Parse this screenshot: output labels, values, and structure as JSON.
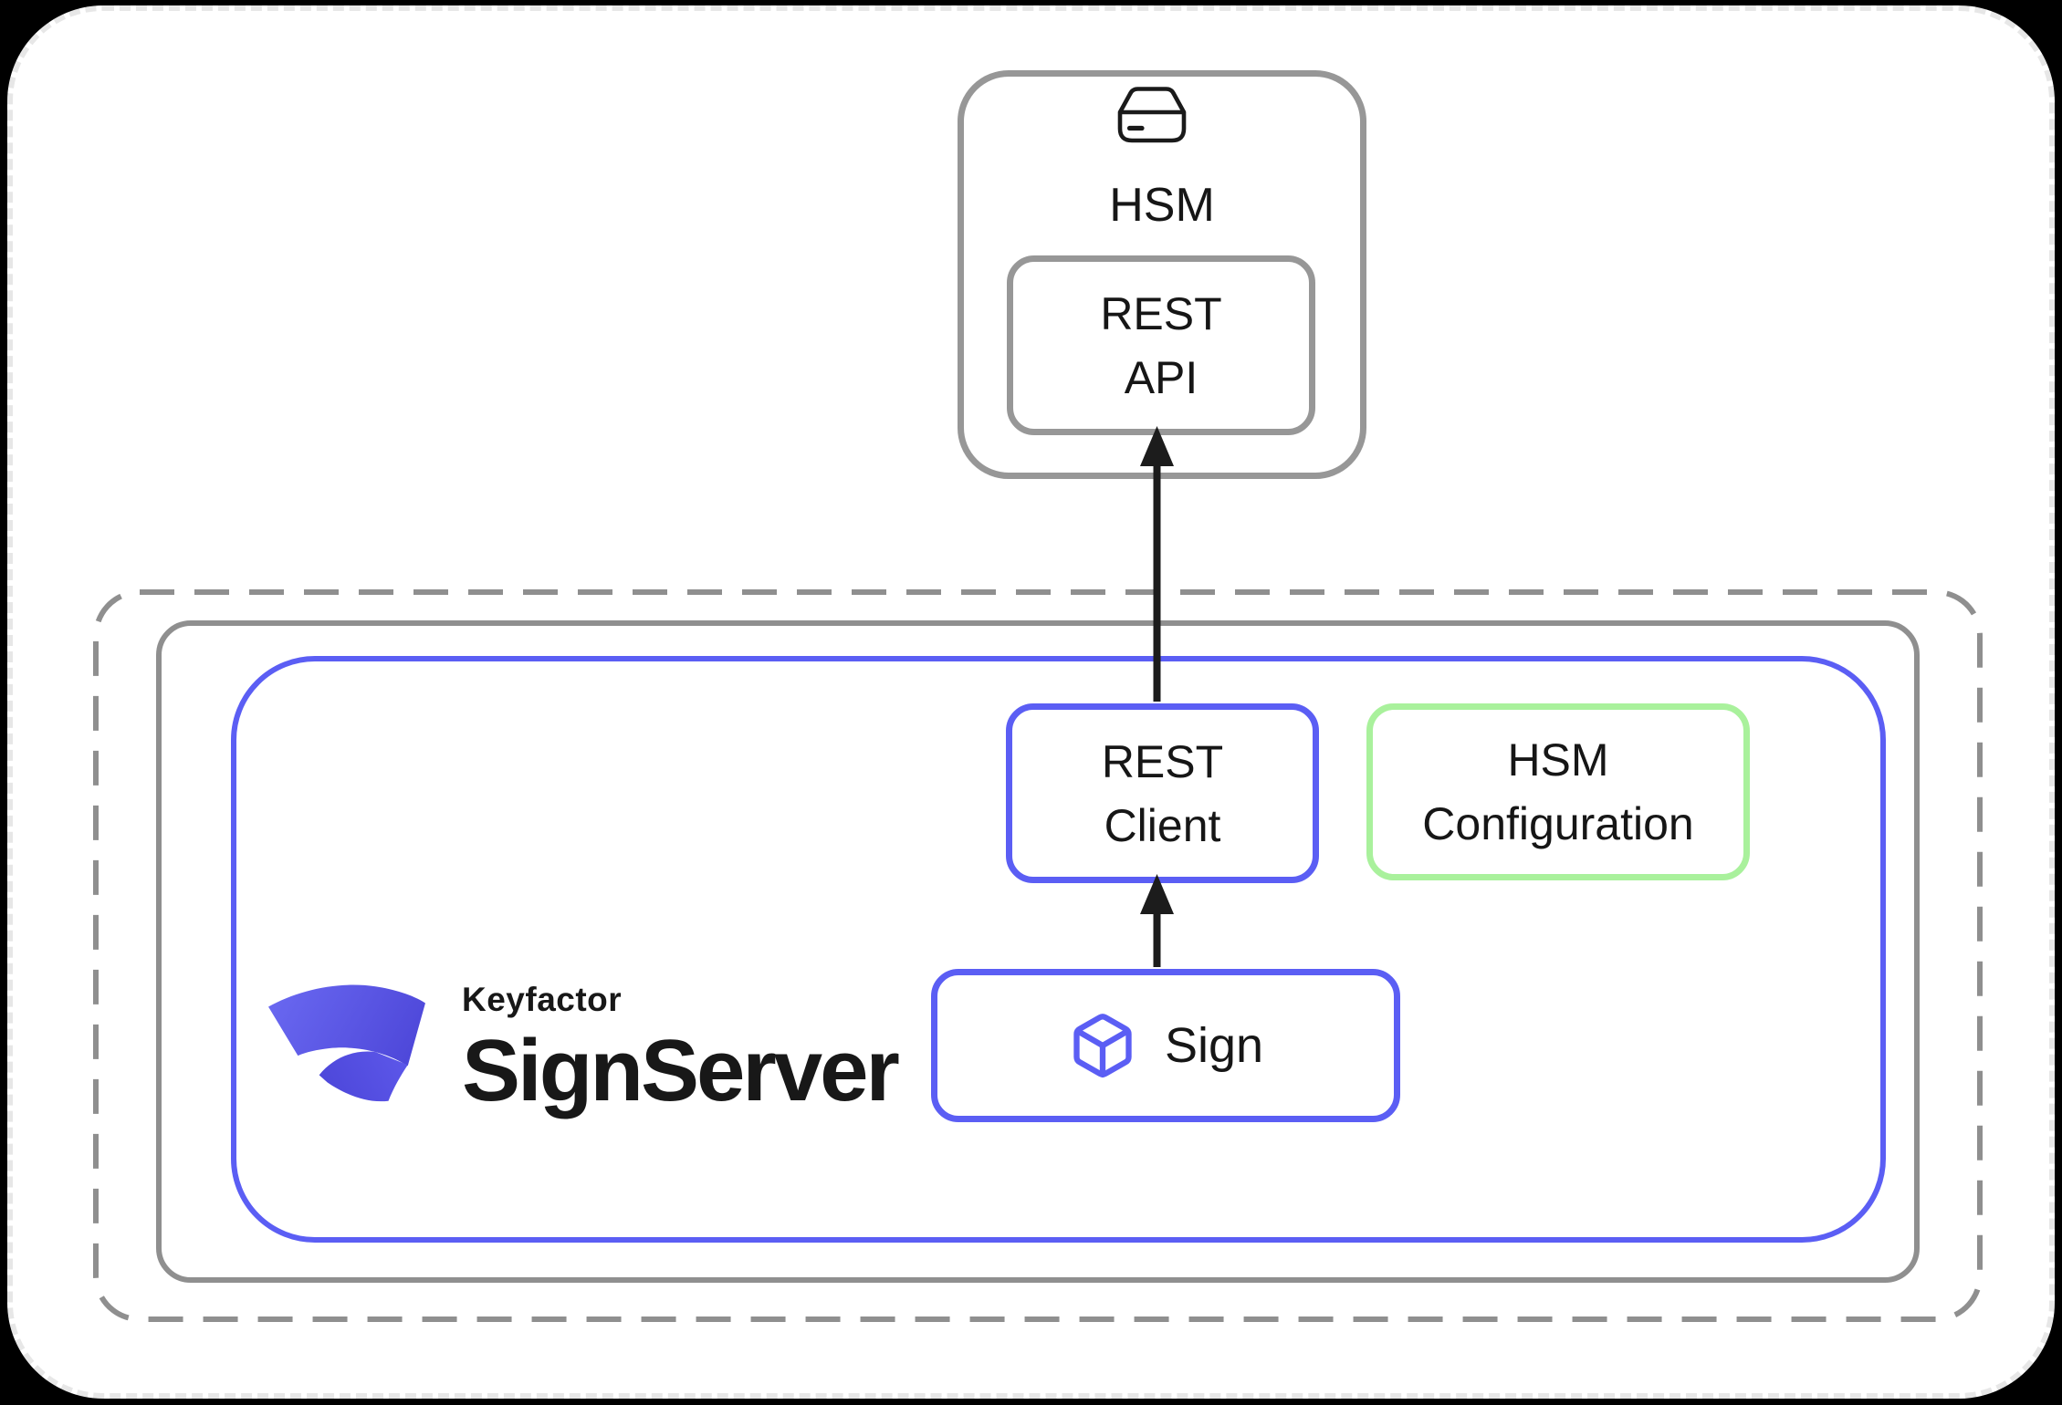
{
  "colors": {
    "indigo": "#5b5ef4",
    "green": "#a9f19c",
    "gray": "#8f8f8f",
    "hsmgray": "#979797",
    "arrow": "#1c1c1c",
    "text": "#161616",
    "canvas-border": "#e7e7e7",
    "logo-text": "#181818"
  },
  "icons": {
    "hsm": "drive-icon",
    "sign": "cube-icon",
    "logo": "keyfactor-mark"
  },
  "hsm_group": {
    "title": "HSM",
    "rest_api": {
      "line1": "REST",
      "line2": "API"
    }
  },
  "signserver_group": {
    "logo": {
      "brand": "Keyfactor",
      "product": "SignServer"
    },
    "rest_client": {
      "line1": "REST",
      "line2": "Client"
    },
    "hsm_configuration": {
      "line1": "HSM",
      "line2": "Configuration"
    },
    "sign": {
      "label": "Sign"
    }
  }
}
